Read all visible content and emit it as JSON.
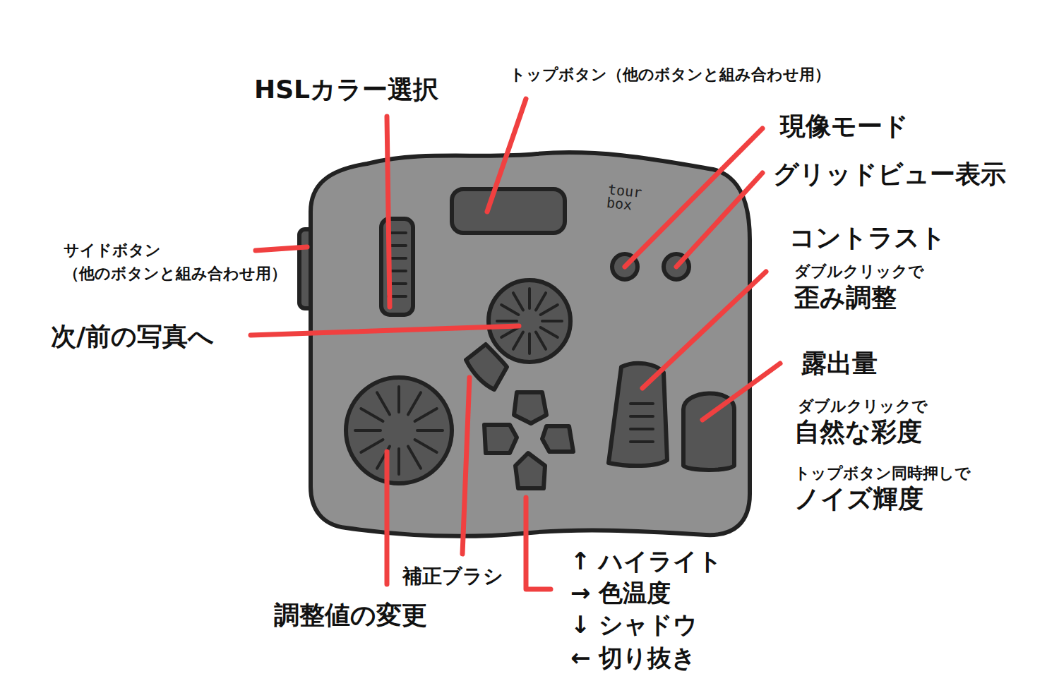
{
  "diagram": {
    "labels": [
      "HSLカラー選択",
      "トップボタン（他のボタンと組み合わせ用）",
      "現像モード",
      "グリッドビュー表示",
      "tour box",
      "サイドボタン （他のボタンと組み合わせ用）",
      "コントラスト",
      "ダブルクリックで",
      "歪み調整",
      "次/前の写真へ",
      "露出量",
      "ダブルクリックで",
      "自然な彩度",
      "トップボタン同時押しで",
      "ノイズ輝度",
      "↑ ハイライト",
      "→ 色温度",
      "↓ シャドウ",
      "← 切り抜き",
      "補正ブラシ",
      "調整値の変更"
    ]
  }
}
